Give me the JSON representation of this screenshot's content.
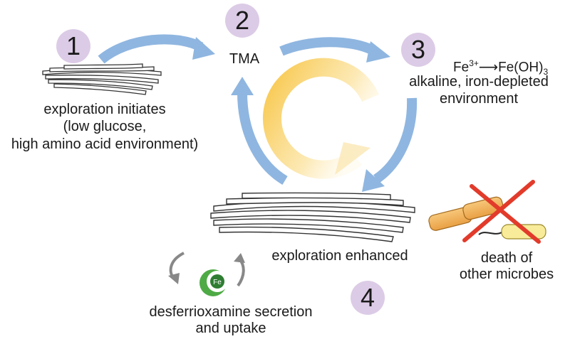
{
  "steps": {
    "s1": "1",
    "s2": "2",
    "s3": "3",
    "s4": "4"
  },
  "labels": {
    "initiate_line1": "exploration initiates",
    "initiate_line2": "(low glucose,",
    "initiate_line3": "high amino acid environment)",
    "tma": "TMA",
    "alkaline_line1": "alkaline, iron-depleted",
    "alkaline_line2": "environment",
    "enhanced": "exploration enhanced",
    "death_line1": "death of",
    "death_line2": "other microbes",
    "secretion_line1": "desferrioxamine secretion",
    "secretion_line2": "and uptake",
    "fe_badge": "Fe"
  },
  "reaction": {
    "fe_base": "Fe",
    "fe_charge": "3+",
    "arrow": "⟶",
    "product_base": "Fe(OH)",
    "product_sub": "3"
  },
  "colors": {
    "step_circle": "#dccbe6",
    "blue_arrow": "#8fb6e0",
    "cycle_yellow": "#f8c74a",
    "siderophore_green": "#4eaa45",
    "red_cross": "#e23b2b",
    "microbe_orange": "#f2b35a",
    "microbe_yellow": "#f8ec9a"
  }
}
